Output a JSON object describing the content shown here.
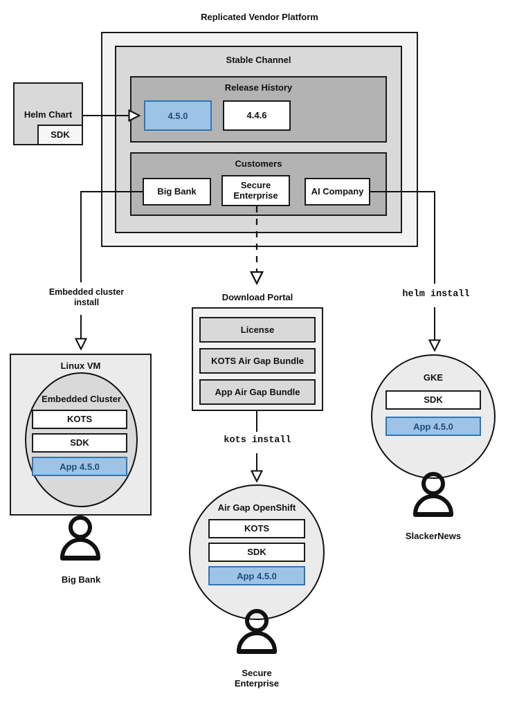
{
  "title": "Replicated Vendor Platform",
  "helm_chart": {
    "label": "Helm Chart",
    "sdk_label": "SDK"
  },
  "platform": {
    "channel": {
      "title": "Stable Channel",
      "release_history": {
        "title": "Release History",
        "releases": [
          {
            "version": "4.5.0",
            "highlighted": true
          },
          {
            "version": "4.4.6",
            "highlighted": false
          }
        ]
      },
      "customers": {
        "title": "Customers",
        "items": [
          {
            "name": "Big Bank"
          },
          {
            "name": "Secure\nEnterprise"
          },
          {
            "name": "AI Company"
          }
        ]
      }
    }
  },
  "flows": {
    "embedded_cluster_install": "Embedded cluster\ninstall",
    "download_portal_label": "Download Portal",
    "kots_install": "kots install",
    "helm_install": "helm install"
  },
  "download_portal": {
    "title": "Download Portal",
    "artifacts": [
      "License",
      "KOTS Air Gap Bundle",
      "App Air Gap Bundle"
    ]
  },
  "targets": {
    "linux_vm": {
      "title": "Linux VM",
      "cluster_title": "Embedded Cluster",
      "components": [
        {
          "label": "KOTS",
          "highlighted": false
        },
        {
          "label": "SDK",
          "highlighted": false
        },
        {
          "label": "App 4.5.0",
          "highlighted": true
        }
      ],
      "customer": "Big Bank"
    },
    "airgap_openshift": {
      "title": "Air Gap OpenShift",
      "components": [
        {
          "label": "KOTS",
          "highlighted": false
        },
        {
          "label": "SDK",
          "highlighted": false
        },
        {
          "label": "App 4.5.0",
          "highlighted": true
        }
      ],
      "customer": "Secure\nEnterprise"
    },
    "gke": {
      "title": "GKE",
      "components": [
        {
          "label": "SDK",
          "highlighted": false
        },
        {
          "label": "App 4.5.0",
          "highlighted": true
        }
      ],
      "customer": "SlackerNews"
    }
  },
  "colors": {
    "highlight_fill": "#9dc3e6",
    "highlight_border": "#2e75b6",
    "highlight_text": "#1f4e79",
    "platform_fill": "#f2f2f2",
    "channel_fill": "#d9d9d9",
    "group_fill": "#b3b3b3",
    "stroke": "#1a1a1a"
  }
}
